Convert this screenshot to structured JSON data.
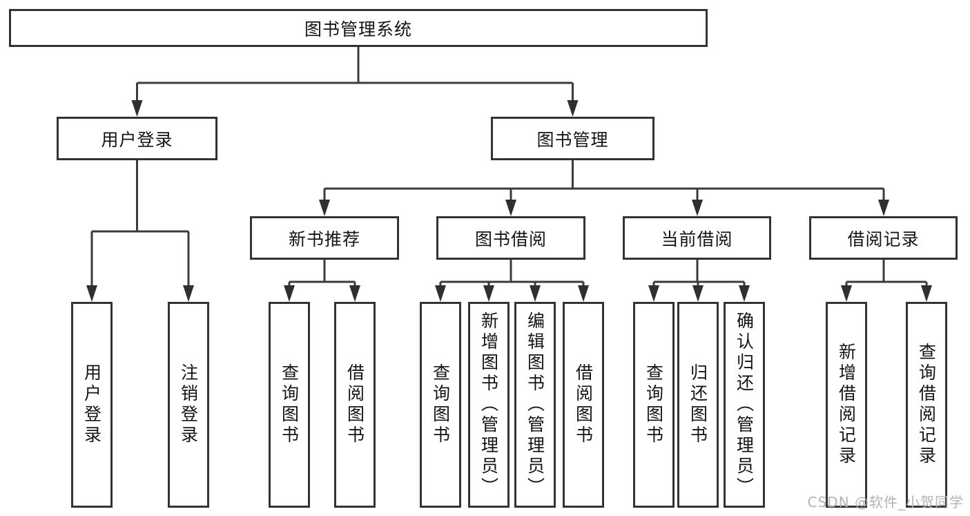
{
  "tree": {
    "root": "图书管理系统",
    "level2": {
      "user_login": "用户登录",
      "book_mgmt": "图书管理"
    },
    "level3": {
      "new_rec": "新书推荐",
      "borrow": "图书借阅",
      "current": "当前借阅",
      "records": "借阅记录"
    },
    "leaves": {
      "user_login": [
        "用户登录",
        "注销登录"
      ],
      "new_rec": [
        "查询图书",
        "借阅图书"
      ],
      "borrow": [
        "查询图书",
        "新增图书（管理员）",
        "编辑图书（管理员）",
        "借阅图书"
      ],
      "current": [
        "查询图书",
        "归还图书",
        "确认归还（管理员）"
      ],
      "records": [
        "新增借阅记录",
        "查询借阅记录"
      ]
    }
  },
  "watermark": "CSDN @软件_小贺同学",
  "colors": {
    "background": "#ffffff",
    "box_border": "#333333",
    "connector_line": "#3b3b3b",
    "arrowhead": "#2f2f2f",
    "text": "#141414",
    "watermark_text": "#b3b3b3"
  }
}
